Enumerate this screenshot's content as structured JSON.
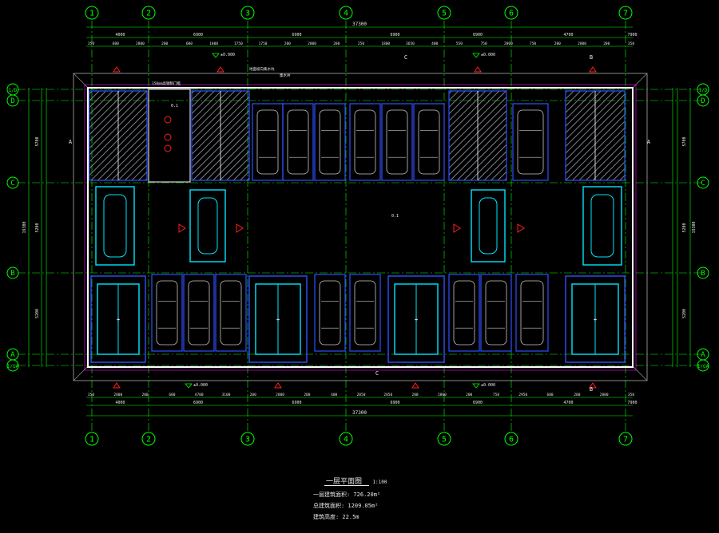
{
  "drawing": {
    "grid_columns": [
      "1",
      "2",
      "3",
      "4",
      "5",
      "6",
      "7"
    ],
    "grid_rows": [
      "1/D",
      "D",
      "C",
      "B",
      "A",
      "1/OA"
    ],
    "top_dims_overall": "37300",
    "top_dims_primary": [
      "4000",
      "6900",
      "6900",
      "6900",
      "6900",
      "4700",
      "7900"
    ],
    "top_dims_secondary": [
      "350",
      "600",
      "2800",
      "200",
      "600",
      "1800",
      "1750",
      "1750",
      "200",
      "2800",
      "200",
      "250",
      "1800",
      "3650",
      "400",
      "550",
      "750",
      "2800",
      "750",
      "200",
      "2800",
      "200",
      "350"
    ],
    "bottom_dims_overall": "37300",
    "bottom_dims_primary": [
      "4000",
      "6900",
      "6900",
      "6900",
      "6900",
      "4700",
      "7900"
    ],
    "bottom_dims_secondary": [
      "350",
      "2800",
      "200",
      "600",
      "4700",
      "3100",
      "200",
      "2800",
      "200",
      "400",
      "2050",
      "2850",
      "200",
      "2800",
      "200",
      "750",
      "2950",
      "600",
      "200",
      "2800",
      "350"
    ],
    "left_dims_total": "19300",
    "left_dims": [
      "5700",
      "5200",
      "5200"
    ],
    "right_dims_total": "19300",
    "right_dims": [
      "5700",
      "5200",
      "5200"
    ],
    "elevations": [
      "±0.000",
      "±0.000",
      "±0.000",
      "±0.000"
    ],
    "section_marks": [
      "A",
      "A",
      "B",
      "B",
      "C",
      "C"
    ],
    "slope_label": "0.1",
    "annotations": [
      "150mm高钢制门槛",
      "地面坡向集水坑",
      "集水井"
    ]
  },
  "notes": {
    "title": "一层平面图",
    "scale": "1:100",
    "lines": [
      "一层建筑面积: 726.20m²",
      "总建筑面积: 1209.05m²",
      "建筑高度: 22.5m"
    ]
  },
  "colors": {
    "grid": "#00ff00",
    "wall": "#ffffff",
    "equipment": "#00e5ff",
    "parking": "#3050ff",
    "hatch": "#9aa0a8",
    "arrow": "#ff2020",
    "magenta": "#ff00ff"
  }
}
